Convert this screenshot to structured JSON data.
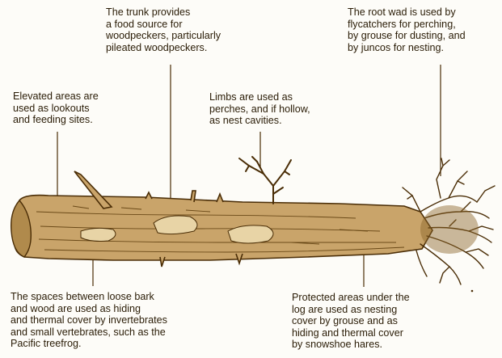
{
  "callouts": {
    "trunk": "The trunk provides\na food source for\nwoodpeckers, particularly\npileated woodpeckers.",
    "root_wad": "The root wad is used by\nflycatchers for perching,\nby grouse for dusting, and\nby juncos for nesting.",
    "elevated": "Elevated areas are\nused as lookouts\nand feeding sites.",
    "limbs": "Limbs are used as\nperches, and if hollow,\nas nest cavities.",
    "loose_bark": "The spaces between loose bark\nand wood are used as hiding\nand thermal cover by invertebrates\nand small vertebrates, such as the\nPacific treefrog.",
    "under_log": "Protected areas under the\nlog are used as nesting\ncover by grouse and as\nhiding and thermal cover\nby snowshoe hares."
  },
  "colors": {
    "ink": "#4a2d06",
    "wood": "#c9a46a",
    "wood_dark": "#8a6328",
    "background": "#fdfcf8"
  }
}
